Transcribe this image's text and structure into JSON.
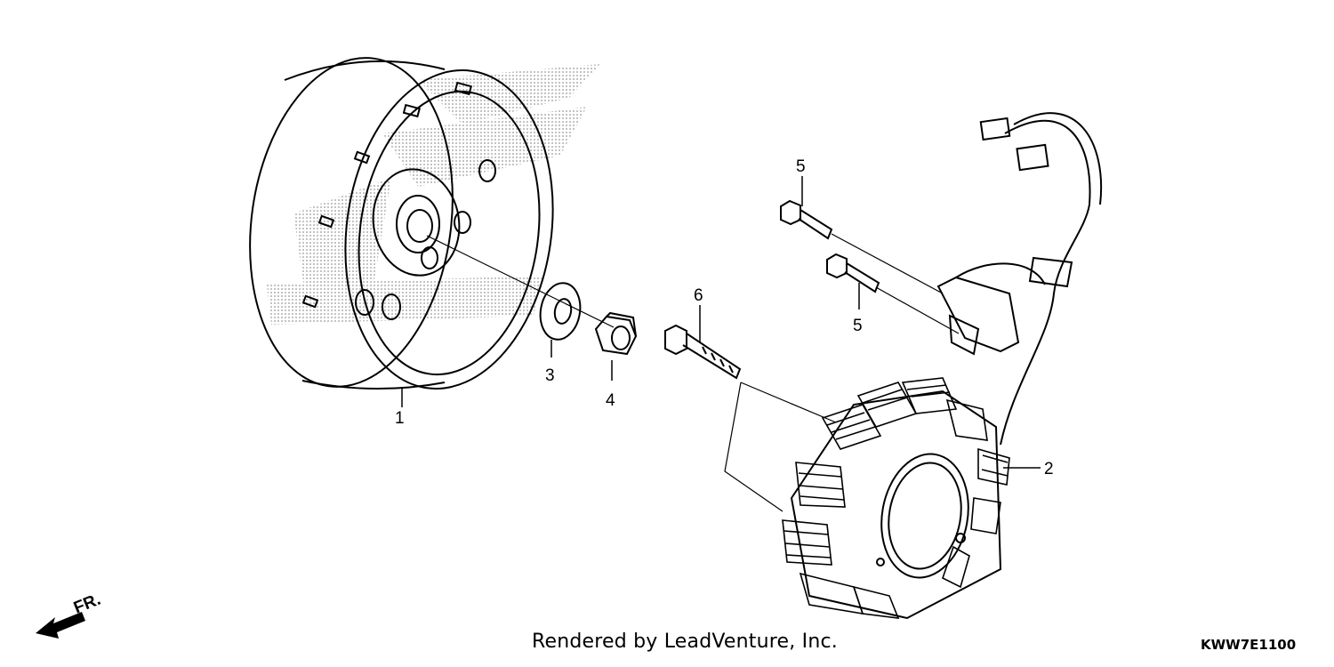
{
  "diagram": {
    "callouts": [
      "1",
      "2",
      "3",
      "4",
      "5",
      "5",
      "6"
    ],
    "front_arrow_label": "FR."
  },
  "footer": {
    "credit": "Rendered by LeadVenture, Inc.",
    "diagram_code": "KWW7E1100"
  },
  "colors": {
    "line": "#000000",
    "watermark": "#c8c8c8",
    "background": "#ffffff"
  }
}
